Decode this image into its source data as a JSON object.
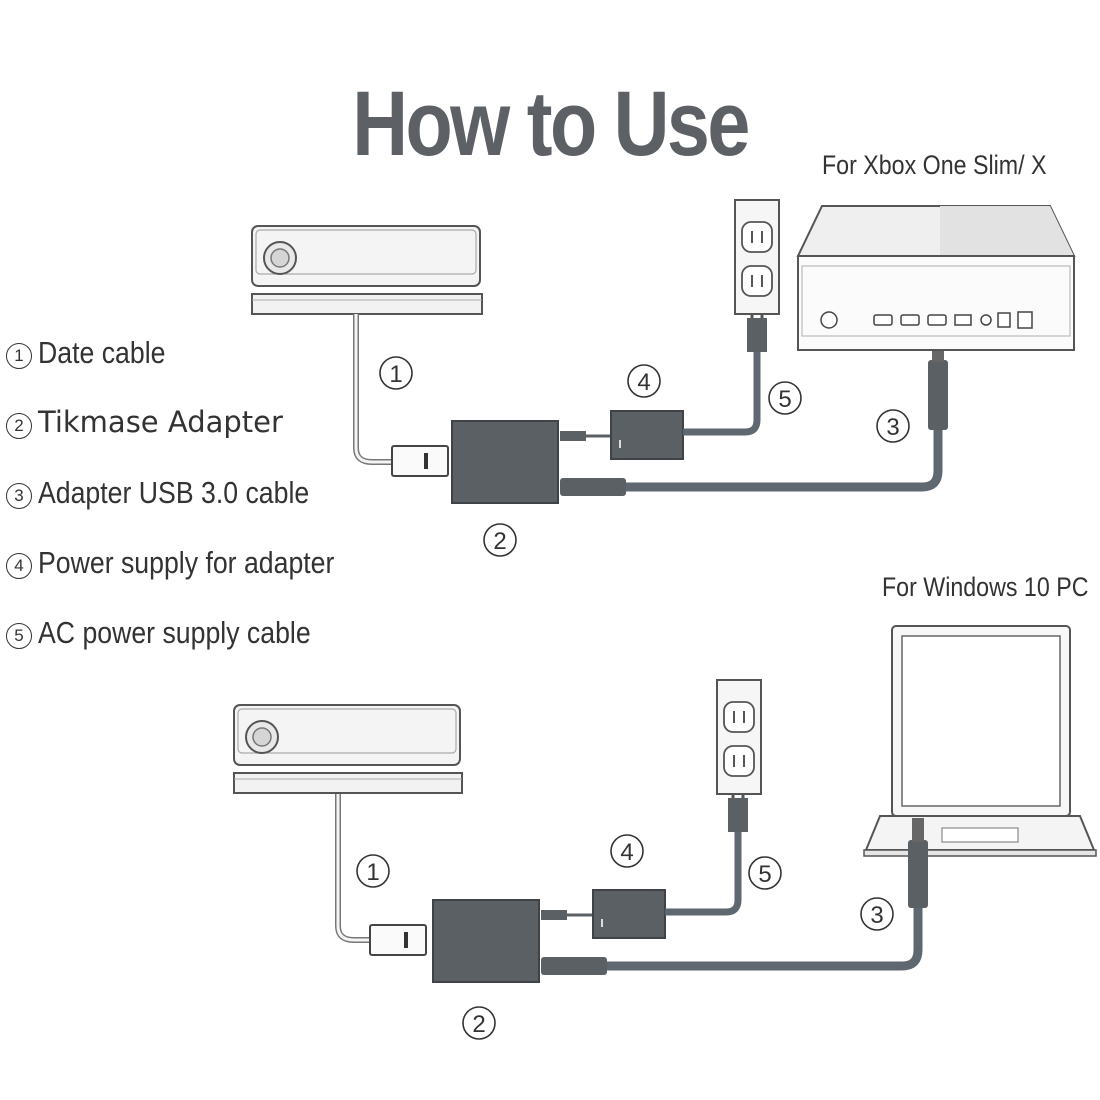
{
  "title": "How to Use",
  "legend": [
    {
      "num": "1",
      "text": "Date cable"
    },
    {
      "num": "2",
      "text": "Tikmase Adapter"
    },
    {
      "num": "3",
      "text": "Adapter USB 3.0 cable"
    },
    {
      "num": "4",
      "text": "Power supply for adapter"
    },
    {
      "num": "5",
      "text": "AC power supply cable"
    }
  ],
  "captions": {
    "xbox": "For Xbox One Slim/ X",
    "pc": "For Windows 10 PC"
  },
  "markers": {
    "one": "1",
    "two": "2",
    "three": "3",
    "four": "4",
    "five": "5"
  },
  "colors": {
    "title": "#5d6166",
    "cable": "#5f6770",
    "adapter": "#595e63",
    "outline": "#555555"
  }
}
